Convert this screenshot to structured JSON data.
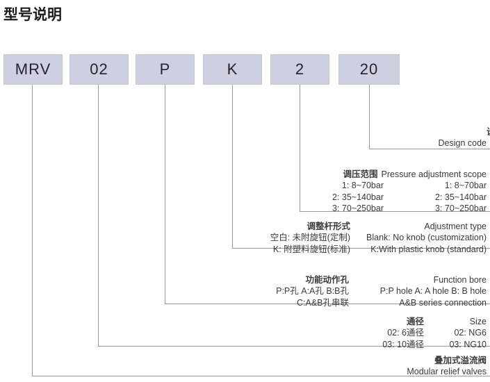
{
  "title": "型号说明",
  "model": {
    "segments": [
      {
        "id": "series",
        "value": "MRV"
      },
      {
        "id": "size",
        "value": "02"
      },
      {
        "id": "bore",
        "value": "P"
      },
      {
        "id": "adjustment",
        "value": "K"
      },
      {
        "id": "pressure",
        "value": "2"
      },
      {
        "id": "design",
        "value": "20"
      }
    ]
  },
  "annotations": [
    {
      "id": "design-code",
      "head_cn": "设计代号",
      "head_en": "Design code",
      "rows": []
    },
    {
      "id": "pressure-adjustment-scope",
      "head_cn": "调压范围",
      "head_en": "Pressure adjustment scope",
      "rows": [
        {
          "cn": "1: 8~70bar",
          "en": "1: 8~70bar"
        },
        {
          "cn": "2: 35~140bar",
          "en": "2: 35~140bar"
        },
        {
          "cn": "3: 70~250bar",
          "en": "3: 70~250bar"
        }
      ]
    },
    {
      "id": "adjustment-type",
      "head_cn": "调整杆形式",
      "head_en": "Adjustment type",
      "rows": [
        {
          "cn": "空白: 未附旋钮(定制)",
          "en": "Blank: No knob (customization)"
        },
        {
          "cn": "K: 附塑料旋钮(标准)",
          "en": "K:With plastic knob (standard)"
        }
      ]
    },
    {
      "id": "function-bore",
      "head_cn": "功能动作孔",
      "head_en": "Function bore",
      "rows": [
        {
          "cn": "P:P孔  A:A孔  B:B孔",
          "en": "P:P hole   A: A hole   B: B hole"
        },
        {
          "cn": "C:A&B孔串联",
          "en": "A&B series connection"
        }
      ]
    },
    {
      "id": "size",
      "head_cn": "通径",
      "head_en": "Size",
      "rows": [
        {
          "cn": "02: 6通径",
          "en": "02: NG6"
        },
        {
          "cn": "03: 10通径",
          "en": "03: NG10"
        }
      ]
    },
    {
      "id": "modular-relief-valves",
      "head_cn": "叠加式溢流阀",
      "head_en": "Modular relief valves",
      "rows": []
    }
  ],
  "colors": {
    "box_fill": "#ccd0e0",
    "line": "#9a9a9a",
    "text": "#3a3a3a",
    "title": "#1c1c1c"
  }
}
